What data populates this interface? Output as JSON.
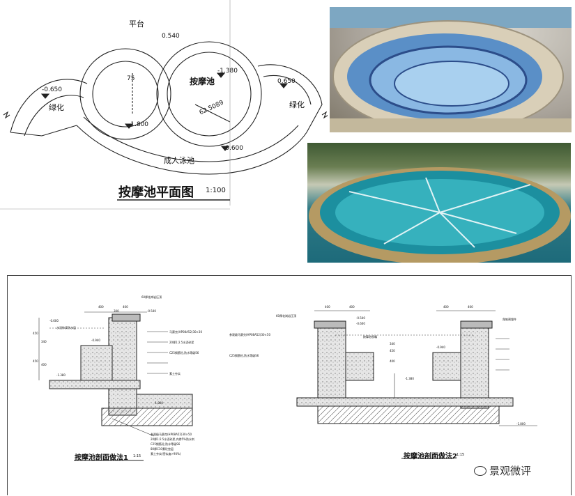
{
  "plan": {
    "platform": "平台",
    "dim_0540": "0.540",
    "dim_75": "75",
    "dim_m0650_left": "-0.650",
    "dim_m0650_right": "0.650",
    "green_left": "绿化",
    "green_right": "绿化",
    "spa_label": "按摩池",
    "dim_1380": "-1.380",
    "dim_62": "62.5089",
    "dim_m1800": "-1.800",
    "dim_m0600": "-0.600",
    "adult_pool": "成人泳池",
    "title": "按摩池平面图",
    "scale": "1:100"
  },
  "section1": {
    "dim_400a": "400",
    "dim_400b": "400",
    "dim_300": "300",
    "dim_m0540": "-0.540",
    "dim_m0600": "-0.600",
    "dim_m0940": "-0.940",
    "dim_m1380": "-1.380",
    "dim_m1800": "-1.800",
    "dim_450a": "450",
    "dim_450b": "450",
    "dim_340": "340",
    "dim_400c": "400",
    "note_top": "60厚花岗岩压顶",
    "note_1": "水泥砂浆防水层",
    "note_2": "马赛克(HP08A52)30×30",
    "note_3": "20厚1:2.5水泥砂浆",
    "note_4": "C25钢筋砼,防水等级S6",
    "note_5": "素土夯实",
    "layer_a": "参观级马赛克(HP08A52)30×50",
    "layer_b": "20厚1:2.5水泥砂浆,内掺5%防水剂",
    "layer_c": "C25钢筋砼,防水等级S6",
    "layer_d": "80厚C10素砼垫层",
    "layer_e": "素土夯实(密实度>90%)",
    "caption": "按摩池剖面做法1",
    "scale": "1:15"
  },
  "section2": {
    "dim_400a": "400",
    "dim_400b": "400",
    "dim_400c": "400",
    "dim_400d": "400",
    "dim_m0540": "-0.540",
    "dim_m0600": "-0.600",
    "dim_m0940": "-0.940",
    "dim_m1380": "-1.380",
    "dim_m1800": "-1.800",
    "dim_340": "340",
    "dim_400e": "400",
    "dim_450": "450",
    "note_top": "60厚花岗岩压顶",
    "note_left": "参观级马赛克(HP08A52)30×50",
    "note_c25": "C25钢筋砼,防水等级S6",
    "note_mid": "按摩池喷嘴",
    "note_right": "角铁预埋件",
    "caption": "按摩池剖面做法2",
    "scale": "1:15"
  },
  "watermark": "景观微评"
}
